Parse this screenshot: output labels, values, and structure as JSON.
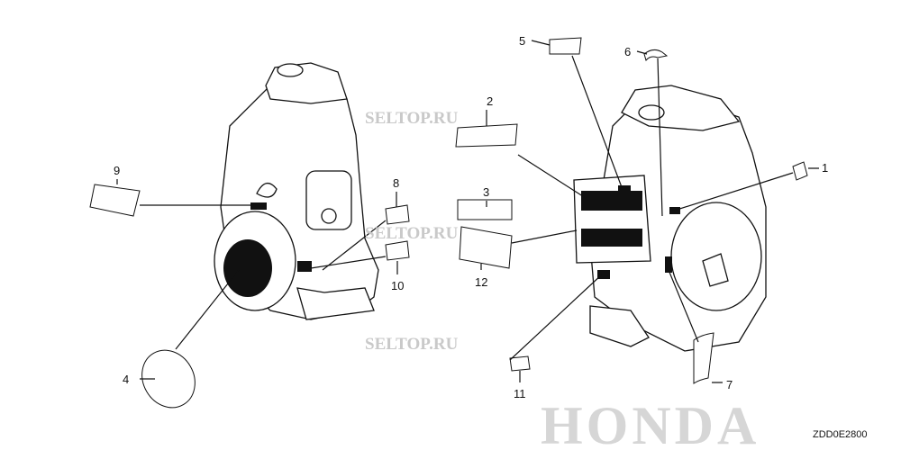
{
  "diagram": {
    "callouts": [
      "1",
      "2",
      "3",
      "4",
      "5",
      "6",
      "7",
      "8",
      "9",
      "10",
      "11",
      "12"
    ],
    "watermarks": [
      "SELTOP.RU",
      "SELTOP.RU",
      "SELTOP.RU"
    ],
    "brand_logo": "HONDA",
    "drawing_code": "ZDD0E2800"
  }
}
